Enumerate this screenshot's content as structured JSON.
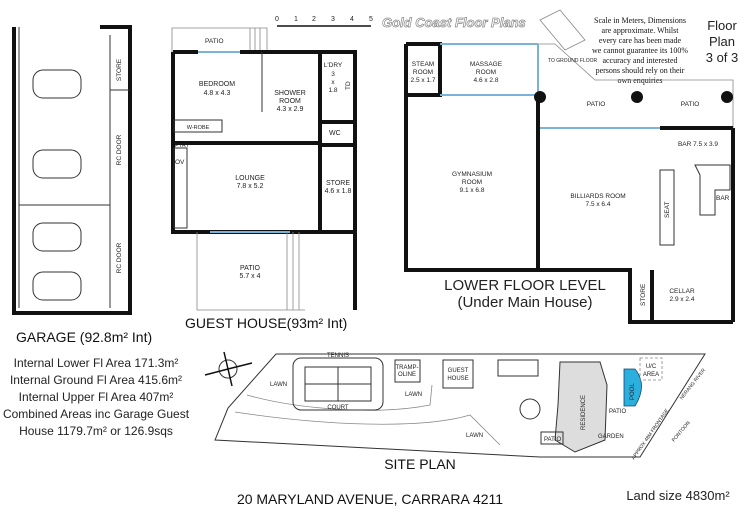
{
  "brand": "Gold Coast Floor Plans",
  "disclaimer": [
    "Scale in Meters, Dimensions",
    "are approximate. Whilst",
    "every care has been made",
    "we cannot guarantee its 100%",
    "accuracy and interested",
    "persons should rely on their",
    "own enquiries"
  ],
  "floor_plan": [
    "Floor",
    "Plan",
    "3 of 3"
  ],
  "scale_ticks": [
    "0",
    "1",
    "2",
    "3",
    "4",
    "5"
  ],
  "garage": {
    "store": "STORE",
    "rc_door": "RC DOOR",
    "title": "GARAGE (92.8m² Int)"
  },
  "areas": [
    "Internal Lower Fl Area 171.3m²",
    "Internal Ground Fl Area 415.6m²",
    "Internal Upper Fl Area 407m²",
    "Combined Areas inc Garage Guest",
    "House 1179.7m² or 126.9sqs"
  ],
  "guest_house": {
    "title": "GUEST HOUSE(93m² Int)",
    "patio_top": "PATIO",
    "bedroom": "BEDROOM",
    "bedroom_dim": "4.8 x 4.3",
    "shower": "SHOWER",
    "shower2": "ROOM",
    "shower_dim": "4.3 x 2.9",
    "ldry": "L'DRY",
    "ldry_dim": [
      "3",
      "x",
      "1.8"
    ],
    "td": "TD",
    "wc": "WC",
    "wrobe": "W-ROBE",
    "ptry": "PTRY",
    "ov": "OV",
    "lounge": "LOUNGE",
    "lounge_dim": "7.8 x 5.2",
    "store": "STORE",
    "store_dim": "4.6 x 1.8",
    "patio": "PATIO",
    "patio_dim": "5.7 x 4"
  },
  "lower": {
    "steam": "STEAM",
    "steam2": "ROOM",
    "steam_dim": "2.5 x 1.7",
    "massage": "MASSAGE",
    "massage2": "ROOM",
    "massage_dim": "4.6 x 2.8",
    "to_ground": "TO GROUND FLOOR",
    "patio1": "PATIO",
    "patio2": "PATIO",
    "gym": "GYMNASIUM",
    "gym2": "ROOM",
    "gym_dim": "9.1 x 6.8",
    "billiards": "BILLIARDS ROOM",
    "billiards_dim": "7.5 x 6.4",
    "bar_title": "BAR 7.5 x 3.9",
    "bar": "BAR",
    "seat": "SEAT",
    "store": "STORE",
    "cellar": "CELLAR",
    "cellar_dim": "2.9 x 2.4",
    "title": "LOWER FLOOR LEVEL",
    "subtitle": "(Under Main House)"
  },
  "site": {
    "tennis": "TENNIS",
    "court": "COURT",
    "lawn": "LAWN",
    "tramp": [
      "TRAMP-",
      "OLINE"
    ],
    "guest": [
      "GUEST",
      "HOUSE"
    ],
    "residence": "RESIDENCE",
    "patio": "PATIO",
    "pool": "POOL",
    "uc": [
      "U/C",
      "AREA"
    ],
    "garden": "GARDEN",
    "river": "NERANG RIVER",
    "frontage": "APPROX 48M FRONTAGE",
    "pontoon": "PONTOON",
    "title": "SITE PLAN"
  },
  "address": "20 MARYLAND AVENUE, CARRARA 4211",
  "land_size": "Land size 4830m²"
}
